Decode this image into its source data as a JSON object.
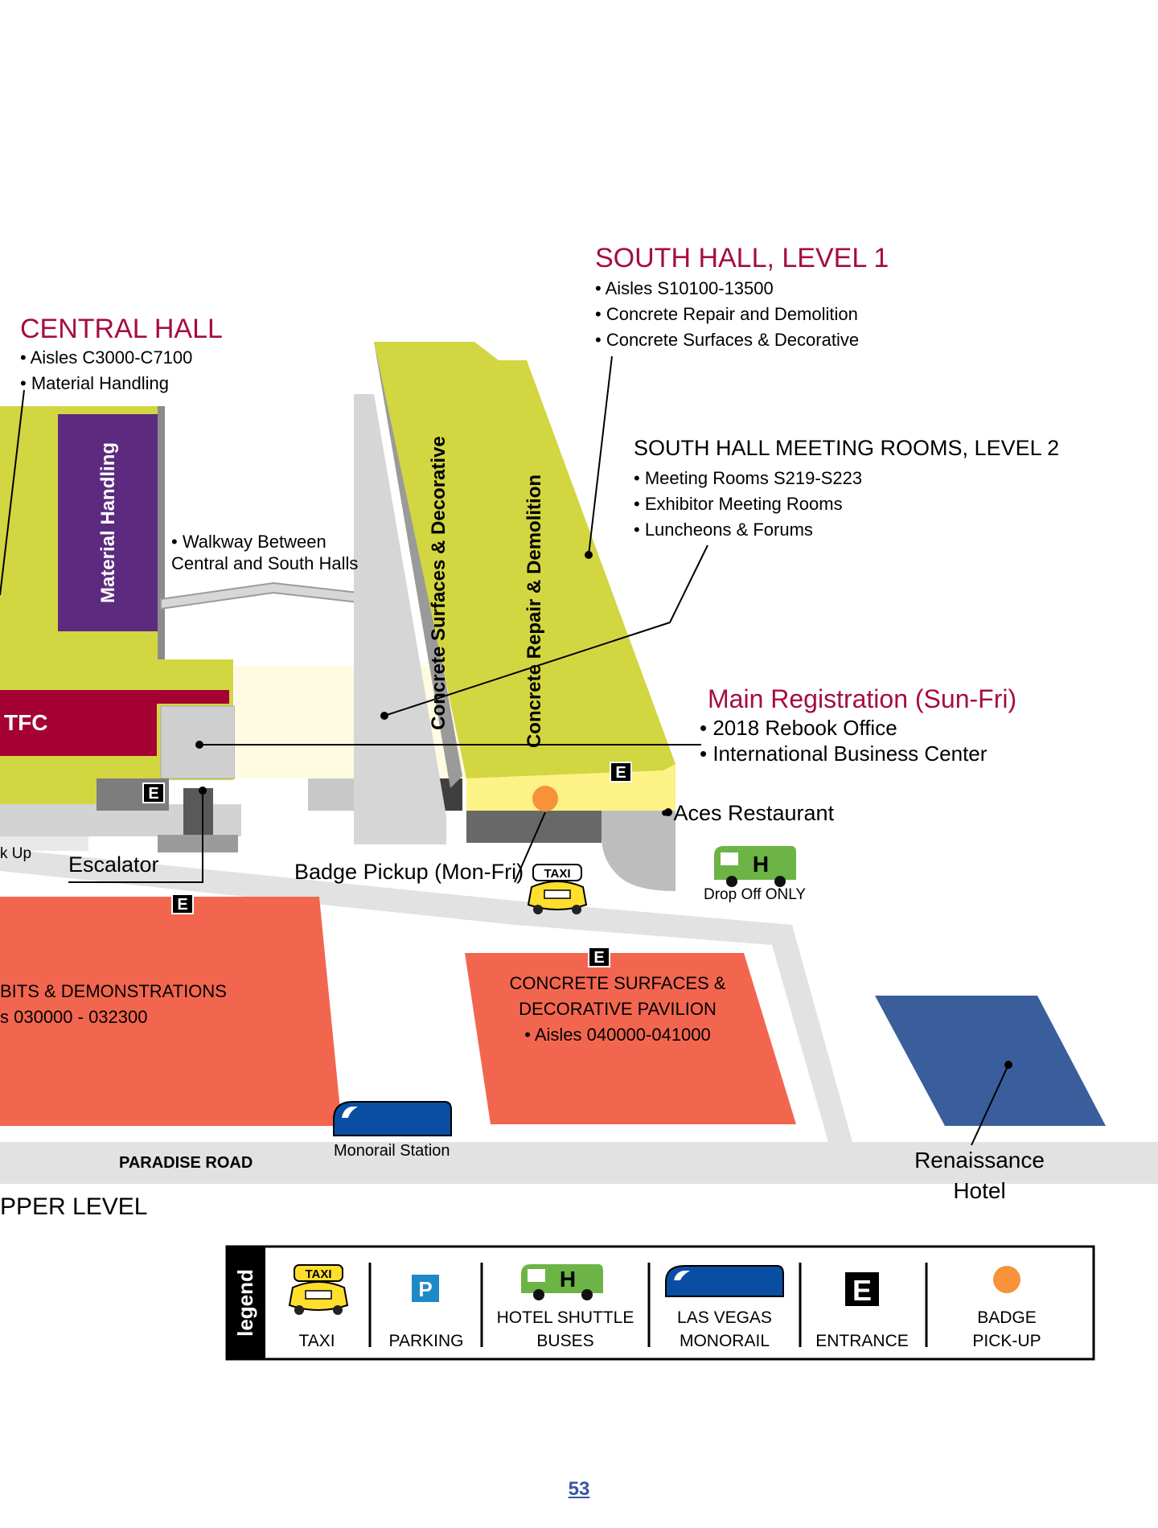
{
  "colors": {
    "lime": "#d2d641",
    "purple": "#5c2a7e",
    "crimson": "#a50034",
    "coral": "#f26650",
    "navy": "#3a5e9c",
    "cream": "#fffbe2",
    "gray_road": "#e2e2e2",
    "badge_orange": "#f7923a",
    "title_red": "#a50d3f",
    "shuttle_green": "#6bb445",
    "monorail_blue": "#0a4ea3",
    "parking_blue": "#1d89c8"
  },
  "labels": {
    "south_hall": {
      "title": "SOUTH HALL, LEVEL 1",
      "items": [
        "• Aisles S10100-13500",
        "• Concrete Repair and Demolition",
        "• Concrete Surfaces & Decorative"
      ]
    },
    "central_hall": {
      "title": "CENTRAL HALL",
      "items": [
        "• Aisles C3000-C7100",
        "• Material Handling"
      ]
    },
    "meeting_rooms": {
      "title": "SOUTH HALL MEETING ROOMS, LEVEL 2",
      "items": [
        "• Meeting Rooms S219-S223",
        "• Exhibitor Meeting Rooms",
        "• Luncheons & Forums"
      ]
    },
    "walkway": [
      "• Walkway Between",
      "Central and South Halls"
    ],
    "main_registration": {
      "title": "Main Registration (Sun-Fri)",
      "items": [
        "• 2018 Rebook Office",
        "• International Business Center"
      ]
    },
    "aces": "• Aces Restaurant",
    "badge_pickup": "Badge Pickup (Mon-Fri)",
    "escalator": "Escalator",
    "pickup_partial": "k Up",
    "drop_off": "Drop Off ONLY",
    "monorail_station": "Monorail Station",
    "paradise_road": "PARADISE ROAD",
    "upper_level": "PPER LEVEL",
    "renaissance": [
      "Renaissance",
      "Hotel"
    ],
    "exhibits": [
      "BITS & DEMONSTRATIONS",
      "s 030000 - 032300"
    ],
    "pavilion": [
      "CONCRETE SURFACES &",
      "DECORATIVE PAVILION",
      "• Aisles 040000-041000"
    ],
    "material_handling": "Material Handling",
    "tfc": "TFC",
    "concrete_surfaces_vertical": "Concrete Surfaces & Decorative",
    "concrete_repair_vertical": "Concrete Repair & Demolition",
    "entrance_letter": "E",
    "shuttle_letter": "H",
    "taxi_sign": "TAXI"
  },
  "legend": {
    "title": "legend",
    "items": [
      {
        "icon": "taxi-icon",
        "lines": [
          "TAXI"
        ]
      },
      {
        "icon": "parking-icon",
        "glyph": "P",
        "lines": [
          "PARKING"
        ]
      },
      {
        "icon": "hotel-shuttle-icon",
        "glyph": "H",
        "lines": [
          "HOTEL SHUTTLE",
          "BUSES"
        ]
      },
      {
        "icon": "monorail-icon",
        "lines": [
          "LAS VEGAS",
          "MONORAIL"
        ]
      },
      {
        "icon": "entrance-icon",
        "glyph": "E",
        "lines": [
          "ENTRANCE"
        ]
      },
      {
        "icon": "badge-pickup-icon",
        "lines": [
          "BADGE",
          "PICK-UP"
        ]
      }
    ]
  },
  "page_number": "53"
}
